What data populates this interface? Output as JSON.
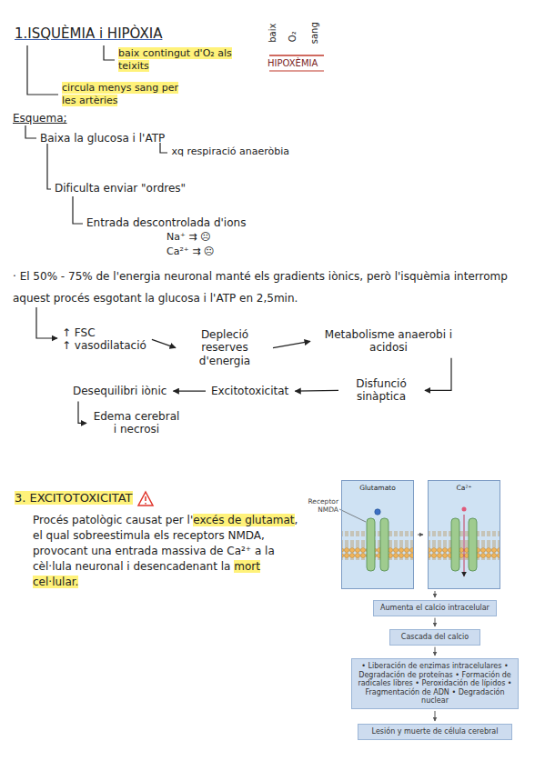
{
  "diagram": {
    "title": "1.ISQUÈMIA i HIPÒXIA",
    "nodes": [
      {
        "text": [
          "↑ FSC",
          "↑ vasodilatació"
        ]
      },
      {
        "text": [
          "Depleció reserves d'energia"
        ]
      },
      {
        "text": [
          "Metabolisme anaerobi i acidosi"
        ]
      },
      {
        "text": [
          "Disfunció sinàptica"
        ]
      },
      {
        "text": [
          "Excitotoxicitat"
        ]
      },
      {
        "text": [
          "Desequilibri iònic"
        ]
      },
      {
        "text": [
          "Edema cerebral i necrosi"
        ]
      },
      {
        "text": [
          "Glutamato"
        ]
      },
      {
        "text": [
          "Ca²⁺"
        ]
      },
      {
        "text": [
          "Aumenta el calcio intracelular"
        ]
      },
      {
        "text": [
          "Cascada del calcio"
        ]
      },
      {
        "text": [
          "• Liberación de enzimas intracelulares • Degradación de proteínas • Formación de radicales libres • Peroxidación de lípidos • Fragmentación de ADN • Degradación nuclear"
        ]
      },
      {
        "text": [
          "Lesión y muerte de célula cerebral"
        ]
      }
    ],
    "edges": [
      {
        "from": 0,
        "to": 1,
        "arrow": "to"
      },
      {
        "from": 1,
        "to": 2,
        "arrow": "to"
      },
      {
        "from": 2,
        "to": 3,
        "arrow": "to"
      },
      {
        "from": 3,
        "to": 4,
        "arrow": "to"
      },
      {
        "from": 4,
        "to": 5,
        "arrow": "to"
      },
      {
        "from": 5,
        "to": 6,
        "arrow": "to"
      },
      {
        "from": 7,
        "to": 8,
        "arrow": "to"
      },
      {
        "from": 8,
        "to": 9,
        "arrow": "to"
      },
      {
        "from": 9,
        "to": 10,
        "arrow": "to"
      },
      {
        "from": 10,
        "to": 11,
        "arrow": "to"
      },
      {
        "from": 11,
        "to": 12,
        "arrow": "to"
      }
    ],
    "labels": [
      "baix contingut d'O₂ als teixits",
      "circula menys sang per les artèries",
      "baix",
      "O₂",
      "sang",
      "HIPOXÈMIA",
      "Esquema;",
      "Baixa la glucosa i l'ATP",
      "xq respiració anaeròbia",
      "Dificulta enviar \"ordres\"",
      "Entrada descontrolada d'ions",
      "Na⁺ ⇉ ☹",
      "Ca²⁺ ⇉ ☹",
      "· El 50% - 75% de l'energia neuronal manté els gradients iònics, però l'isquèmia interromp aquest procés esgotant la glucosa i l'ATP en 2,5min.",
      "3. EXCITOTOXICITAT",
      "Procés patològic causat per l'",
      "excés de glutamat",
      ", el qual sobreestimula els receptors NMDA, provocant una entrada massiva de Ca²⁺ a la cèl·lula neuronal i desencadenant la ",
      "mort cel·lular.",
      "Receptor NMDA"
    ]
  }
}
